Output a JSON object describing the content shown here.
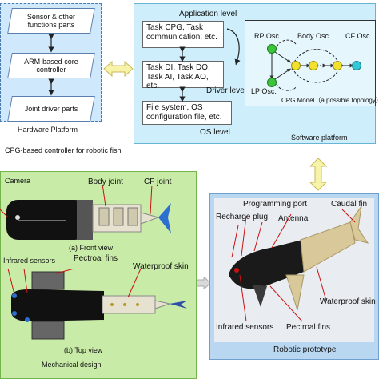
{
  "hardware": {
    "parts": [
      "Sensor & other functions parts",
      "ARM-based core controller",
      "Joint driver parts"
    ],
    "title": "Hardware Platform"
  },
  "software": {
    "app_level": "Application level",
    "driver_level": "Driver level",
    "os_level": "OS level",
    "boxes": [
      "Task CPG, Task communication, etc.",
      "Task DI, Task DO, Task AI, Task AO, etc.",
      "File system, OS configuration file, etc."
    ],
    "title": "Software platform",
    "cpg": {
      "rp": "RP Osc.",
      "body": "Body Osc.",
      "cf": "CF Osc.",
      "lp": "LP Osc.",
      "caption": "CPG Model（a possible topology）"
    }
  },
  "caption_controller": "CPG-based controller for robotic fish",
  "mechanical": {
    "camera": "Camera",
    "body_joint": "Body joint",
    "cf_joint": "CF joint",
    "front_view": "(a) Front view",
    "infrared": "Infrared sensors",
    "pectoral": "Pectroal fins",
    "waterproof": "Waterproof skin",
    "top_view": "(b) Top view",
    "title": "Mechanical design"
  },
  "prototype": {
    "programming_port": "Programming port",
    "caudal_fin": "Caudal fin",
    "recharge_plug": "Recharge plug",
    "antenna": "Antenna",
    "waterproof": "Waterproof skin",
    "infrared": "Infrared sensors",
    "pectoral": "Pectroal fins",
    "title": "Robotic prototype"
  },
  "colors": {
    "hardware_bg": "#cfe8fb",
    "software_bg": "#cfeefb",
    "mechanical_bg": "#c8eca7",
    "prototype_bg": "#b9d7f1",
    "arrow_yellow": "#f7f3a8",
    "osc_green": "#3cc43c",
    "osc_yellow": "#f1e12c",
    "osc_cyan": "#33c8d8"
  }
}
